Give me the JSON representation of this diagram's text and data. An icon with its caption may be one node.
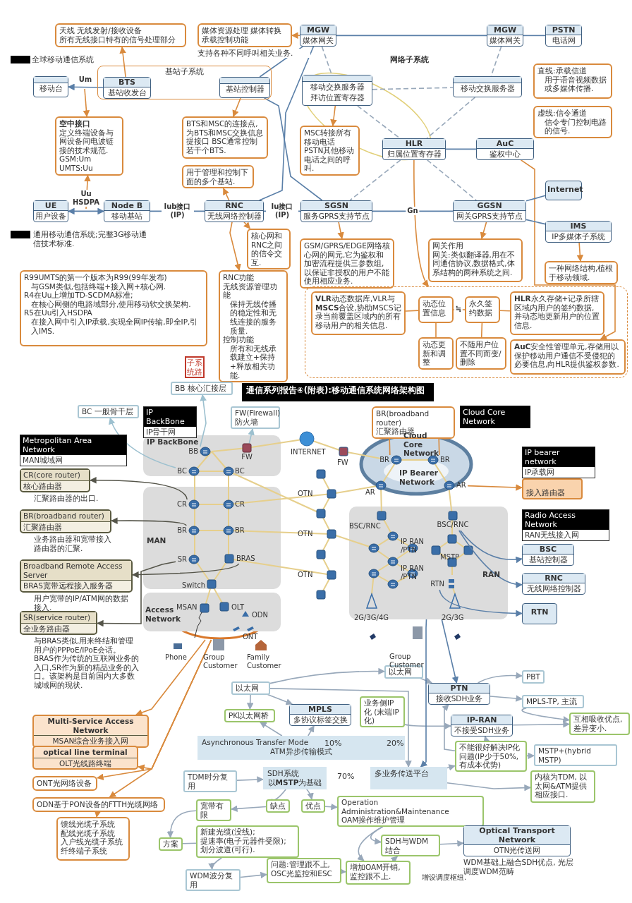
{
  "diagram": {
    "title": "通信系列报告④(附表):移动通信系统网络架构图",
    "nodes": [
      {
        "text": [
          "天线 无线发射/接收设备",
          "所有无线接口特有的信号处理部分"
        ]
      },
      {
        "text": [
          "媒体资源处理 媒体转换",
          "承载控制功能"
        ],
        "beside": [
          "支持各种不同呼叫相关业务."
        ]
      },
      {
        "text": [
          "MGW",
          "媒体网关"
        ]
      },
      {
        "text": [
          "MGW",
          "媒体网关"
        ]
      },
      {
        "text": [
          "PSTN",
          "电话网"
        ]
      },
      {
        "text": [
          "基站子系统"
        ]
      },
      {
        "text": [
          "移动台"
        ]
      },
      {
        "text": [
          "BTS",
          "基站收发台"
        ],
        "in": 5
      },
      {
        "text": [
          "基站控制器"
        ],
        "in": 5
      },
      {
        "text": [
          "移动交换服务器",
          "拜访位置寄存器"
        ]
      },
      {
        "text": [
          "移动交换服务器"
        ]
      },
      {
        "text": [
          "直线:承载信道",
          "用于语音视频数据或多媒体传播."
        ]
      },
      {
        "text": [
          "虚线:信令通道",
          "信令专门控制电路的信号."
        ]
      },
      {
        "text": [
          "空中接口",
          "定义终端设备与网设备间电波链接的技术规范.",
          "GSM:Um UMTS:Uu"
        ]
      },
      {
        "text": [
          "BTS和MSC的连接点,为BTS和MSC交换信息提接口 BSC通常控制若干个BTS."
        ]
      },
      {
        "text": [
          "MSC转接所有移动电话 PSTN其他移动电话之间的呼叫."
        ]
      },
      {
        "text": [
          "HLR",
          "归属位置寄存器"
        ]
      },
      {
        "text": [
          "AuC",
          "鉴权中心"
        ]
      },
      {
        "text": [
          "用于管理和控制下面的多个基站."
        ]
      },
      {
        "text": [
          "Internet"
        ]
      },
      {
        "text": [
          "UE",
          "用户设备"
        ]
      },
      {
        "text": [
          "Node B",
          "移动基站"
        ]
      },
      {
        "text": [
          "RNC",
          "无线网络控制器"
        ]
      },
      {
        "text": [
          "SGSN",
          "服务GPRS支持节点"
        ]
      },
      {
        "text": [
          "GGSN",
          "网关GPRS支持节点"
        ]
      },
      {
        "text": [
          "IMS",
          "IP多媒体子系统"
        ]
      },
      {
        "text": [
          "核心网和RNC之间的信令交互."
        ]
      },
      {
        "text": [
          "GSM/GPRS/EDGE网络核心网的网元,它为鉴权和加密流程提供三参数组,以保证非授权的用户不能使用相应业务."
        ]
      },
      {
        "text": [
          "网关作用",
          "网关:类似翻译器,用在不同通信协议,数据格式,体系结构的两种系统之间."
        ]
      },
      {
        "text": [
          "一种网络结构,植根于移动领域."
        ]
      },
      {
        "text": [
          "R99UMTS的第一个版本为R99(99年发布)",
          "与GSM类似,包括终端+接入网+核心网.",
          "R4在Uu上增加TD-SCDMA标准;",
          "在核心网侧的电路域部分,使用移动软交换架构.",
          "R5在Uu引入HSDPA",
          "在接入网中引入IP承载,实现全网IP传输,即全IP,引入IMS."
        ]
      },
      {
        "text": [
          "RNC功能",
          "无线资源管理功能",
          "保持无线传播的稳定性和无线连接的服务质量.",
          "控制功能",
          "所有和无线承载建立+保持+释放相关功能."
        ]
      },
      {
        "text": [],
        "shape": "box"
      },
      {
        "text": [
          "**VLR**动态数据库,VLR与**MSCS**合设,协助MSCS记录当前覆盖区域内的所有移动用户的相关信息."
        ],
        "in": 32
      },
      {
        "text": [
          "动态位置信息"
        ],
        "in": 32
      },
      {
        "text": [
          "永久签约数据"
        ],
        "in": 32
      },
      {
        "text": [
          "**HLR**永久存储+记录所辖区域内用户的签约数据,并动态地更新用户的位置信息."
        ],
        "in": 32
      },
      {
        "text": [
          "动态更新和调整"
        ],
        "in": 32
      },
      {
        "text": [
          "不随用户位置不同而变/删除"
        ],
        "in": 32
      },
      {
        "text": [
          "**AuC**安全性管理单元,存储用以保护移动用户通信不受侵犯的必要信息,向HLR提供鉴权参数."
        ],
        "in": 32
      },
      {
        "text": [
          "BB 核心汇接层"
        ]
      },
      {
        "text": [
          "BC 一般骨干层"
        ]
      },
      {
        "text": [
          "IP BackBone",
          "IP骨干网"
        ]
      },
      {
        "text": [
          "FW(Firewall)",
          "防火墙"
        ]
      },
      {
        "text": [
          "BR(broadband router)",
          "汇聚路由器"
        ]
      },
      {
        "text": [
          "Cloud Core Network"
        ]
      },
      {
        "text": [
          "Metropolitan Area Network",
          "MAN城域网"
        ]
      },
      {
        "text": [
          "IP bearer network",
          "IP承载网"
        ]
      },
      {
        "text": [
          "CR(core router)",
          "核心路由器"
        ],
        "beside": [
          "汇聚路由器的出口."
        ]
      },
      {
        "text": [
          "接入路由器"
        ]
      },
      {
        "text": [
          "BR(broadband router)",
          "汇聚路由器"
        ],
        "beside": [
          "业务路由器和宽带接入路由器的汇聚."
        ]
      },
      {
        "text": [
          "Radio Access Network",
          "RAN无线接入网"
        ]
      },
      {
        "text": [
          "BSC",
          "基站控制器"
        ]
      },
      {
        "text": [
          "Broadband Remote Access Server",
          "BRAS宽带远程接入服务器"
        ],
        "beside": [
          "用户宽带的IP/ATM网的数据接入."
        ]
      },
      {
        "text": [
          "RNC",
          "无线网络控制器"
        ]
      },
      {
        "text": [
          "SR(service router)",
          "全业务路由器"
        ],
        "beside": [
          "与BRAS类似,用来终结和管理用户的PPPoE/IPoE会话。BRAS作为传统的互联网业务的入口,SR作为新的精品业务的入口。该架构是目前国内大多数城域网的现状."
        ]
      },
      {
        "text": [
          "RTN"
        ]
      },
      {
        "text": [
          "Multi-Service Access Network",
          "MSAN综合业务接入网"
        ]
      },
      {
        "text": [
          "optical line terminal",
          "OLT光线路终端"
        ]
      },
      {
        "text": [
          "ONT光网络设备"
        ]
      },
      {
        "text": [
          "ODN基于PON设备的FTTH光缆网络"
        ]
      },
      {
        "text": [
          "馈线光缆子系统",
          "配线光缆子系统",
          "入户线光缆子系统",
          "纤终端子系统"
        ]
      },
      {
        "text": [
          "以太网"
        ]
      },
      {
        "text": [
          "PK以太网桥"
        ]
      },
      {
        "text": [
          "MPLS",
          "多协议标签交换"
        ]
      },
      {
        "text": [
          "Asynchronous Transfer Mode",
          "ATM异步传输模式"
        ]
      },
      {
        "text": [
          "以太网"
        ]
      },
      {
        "text": [
          "业务侧IP化 (末端IP化)"
        ]
      },
      {
        "text": [
          "PTN",
          "接收SDH业务"
        ]
      },
      {
        "text": [
          "PBT"
        ]
      },
      {
        "text": [
          "MPLS-TP, 主流"
        ]
      },
      {
        "text": [
          "IP-RAN",
          "不接受SDH业务"
        ]
      },
      {
        "text": [
          "互相吸收优点, 差异变小."
        ]
      },
      {
        "text": [
          "不能很好解决IP化问题(IP少于50%, 有成本优势)"
        ]
      },
      {
        "text": [
          "MSTP+(hybrid MSTP)"
        ]
      },
      {
        "text": [
          "TDM时分复用"
        ]
      },
      {
        "text": [
          "SDH系统",
          "以**MSTP**为基础"
        ]
      },
      {
        "text": [
          "多业务传送平台"
        ]
      },
      {
        "text": [
          "内核为TDM, 以太网&ATM提供相应接口."
        ]
      },
      {
        "text": [
          "宽带有限"
        ]
      },
      {
        "text": [
          "缺点"
        ]
      },
      {
        "text": [
          "优点"
        ]
      },
      {
        "text": [
          "Operation Administration&Maintenance",
          "OAM操作维护管理"
        ]
      },
      {
        "text": [
          "方案"
        ]
      },
      {
        "text": [
          "新建光缆(没线);",
          "提速率(电子元器件受限);",
          "划分波道(可行)."
        ]
      },
      {
        "text": [
          "SDH与WDM结合"
        ]
      },
      {
        "text": [
          "Optical Transport Network",
          "OTN光传送网"
        ],
        "beside": [
          "WDM基础上融合SDH优点, 光层调度WDM范畴"
        ]
      },
      {
        "text": [
          "WDM波分复用"
        ]
      },
      {
        "text": [
          "问题:管理跟不上, OSC光监控和ESC"
        ]
      },
      {
        "text": [
          "增加OAM开销, 监控跟不上."
        ]
      },
      {
        "text": [
          "BB"
        ]
      },
      {
        "text": [
          "BC"
        ]
      },
      {
        "text": [
          "FW"
        ]
      },
      {
        "text": [
          "BR"
        ]
      },
      {
        "text": [
          "BR"
        ]
      },
      {
        "text": [
          "CR"
        ]
      },
      {
        "text": [
          "BR"
        ]
      },
      {
        "text": [
          "BRAS"
        ]
      },
      {
        "text": [
          "SR"
        ]
      },
      {
        "text": [
          "AR"
        ]
      },
      {
        "text": [
          "BSC/RNC"
        ],
        "in": 103
      },
      {
        "text": [
          "RTN"
        ],
        "in": 103
      },
      {
        "text": [],
        "shape": "circle"
      },
      {
        "text": [],
        "shape": "box"
      }
    ],
    "edges": [
      {
        "from": 7,
        "to": 0,
        "arrow": "to",
        "color": "#d98a3d"
      },
      {
        "from": 2,
        "to": 1,
        "arrow": "to",
        "color": "#d98a3d"
      },
      {
        "from": 2,
        "to": 3,
        "arrow": "none",
        "color": "#5a7fa8"
      },
      {
        "from": 3,
        "to": 4,
        "arrow": "none",
        "color": "#5a7fa8"
      },
      {
        "from": 8,
        "to": 2,
        "arrow": "none",
        "color": "#5a7fa8"
      },
      {
        "from": 8,
        "to": 23,
        "arrow": "none",
        "color": "#5a7fa8"
      },
      {
        "from": 22,
        "to": 2,
        "arrow": "none",
        "color": "#5a7fa8"
      },
      {
        "from": 2,
        "to": 9,
        "arrow": "none",
        "style": "dashed",
        "color": "#98a8ba"
      },
      {
        "from": 3,
        "to": 10,
        "arrow": "none",
        "style": "dashed",
        "color": "#98a8ba"
      },
      {
        "from": 9,
        "to": 10,
        "arrow": "none",
        "style": "dashed",
        "color": "#98a8ba"
      },
      {
        "from": 9,
        "to": 16,
        "arrow": "none",
        "style": "dashed",
        "color": "#98a8ba"
      },
      {
        "from": 10,
        "to": 16,
        "arrow": "none",
        "style": "dashed",
        "color": "#98a8ba"
      },
      {
        "from": 16,
        "to": 23,
        "arrow": "none",
        "style": "dashed",
        "color": "#98a8ba"
      },
      {
        "from": 16,
        "to": 24,
        "arrow": "none",
        "style": "dashed",
        "color": "#98a8ba"
      },
      {
        "from": 7,
        "to": 6,
        "arrow": "to",
        "label": "Um",
        "color": "#5a7fa8"
      },
      {
        "from": null,
        "to": 13,
        "arrow": "to",
        "color": "#d98a3d"
      },
      {
        "from": null,
        "to": 13,
        "arrow": "to",
        "color": "#d98a3d"
      },
      {
        "from": 8,
        "to": 14,
        "arrow": "to",
        "color": "#d98a3d"
      },
      {
        "from": 22,
        "to": 18,
        "arrow": "to",
        "color": "#d98a3d"
      },
      {
        "from": 9,
        "to": 15,
        "arrow": "to",
        "color": "#d98a3d"
      },
      {
        "from": 16,
        "to": 17,
        "arrow": "none",
        "color": "#5a7fa8"
      },
      {
        "from": 17,
        "to": 39,
        "arrow": "to",
        "color": "#d98a3d"
      },
      {
        "from": 19,
        "to": 24,
        "arrow": "none",
        "color": "#5a7fa8"
      },
      {
        "from": 24,
        "to": 25,
        "arrow": "none",
        "color": "#5a7fa8"
      },
      {
        "from": 20,
        "to": 21,
        "arrow": "both",
        "label": "Uu HSDPA",
        "color": "#5a7fa8"
      },
      {
        "from": 21,
        "to": 22,
        "arrow": "none",
        "label": "Iub接口 (IP)",
        "color": "#5a7fa8"
      },
      {
        "from": 22,
        "to": 23,
        "arrow": "none",
        "label": "Iu接口 (IP)",
        "color": "#5a7fa8"
      },
      {
        "from": 23,
        "to": 24,
        "arrow": "none",
        "label": "Gn",
        "color": "#5a7fa8"
      },
      {
        "from": 22,
        "to": 26,
        "arrow": "to",
        "color": "#d98a3d"
      },
      {
        "from": 22,
        "to": 31,
        "arrow": "to",
        "color": "#d98a3d"
      },
      {
        "from": 23,
        "to": 27,
        "arrow": "to",
        "color": "#d98a3d"
      },
      {
        "from": 24,
        "to": 28,
        "arrow": "to",
        "color": "#d98a3d"
      },
      {
        "from": 25,
        "to": 29,
        "arrow": "to",
        "color": "#d98a3d"
      },
      {
        "from": 16,
        "to": 32,
        "arrow": "to",
        "color": "#d98a3d"
      },
      {
        "from": 33,
        "to": 34,
        "arrow": "none",
        "color": "#d98a3d"
      },
      {
        "from": 34,
        "to": 35,
        "arrow": "none",
        "label": "≒",
        "color": "#d98a3d"
      },
      {
        "from": 35,
        "to": 36,
        "arrow": "none",
        "color": "#d98a3d"
      },
      {
        "from": 34,
        "to": 37,
        "arrow": "none",
        "color": "#d98a3d"
      },
      {
        "from": 35,
        "to": 38,
        "arrow": "none",
        "color": "#d98a3d"
      },
      {
        "from": 90,
        "to": 40,
        "arrow": "to",
        "color": "#9cc0cf"
      },
      {
        "from": 91,
        "to": 41,
        "arrow": "to",
        "color": "#9cc0cf"
      },
      {
        "from": 92,
        "to": 43,
        "arrow": "to",
        "color": "#9cc0cf"
      },
      {
        "from": 93,
        "to": 44,
        "arrow": "to",
        "color": "#d98a3d"
      },
      {
        "from": 94,
        "to": 44,
        "arrow": "to",
        "color": "#d98a3d"
      },
      {
        "from": 95,
        "to": 48,
        "arrow": "to",
        "color": "#55554a"
      },
      {
        "from": 96,
        "to": 50,
        "arrow": "to",
        "color": "#55554a"
      },
      {
        "from": 97,
        "to": 53,
        "arrow": "to",
        "color": "#55554a"
      },
      {
        "from": 98,
        "to": 55,
        "arrow": "to",
        "color": "#55554a"
      },
      {
        "from": 99,
        "to": 49,
        "arrow": "to",
        "color": "#d98a3d"
      },
      {
        "from": 100,
        "to": 52,
        "arrow": "to",
        "color": "#5a7fa8"
      },
      {
        "from": 100,
        "to": 54,
        "arrow": "to",
        "color": "#5a7fa8"
      },
      {
        "from": 101,
        "to": 56,
        "arrow": "to",
        "color": "#5a7fa8"
      },
      {
        "from": 102,
        "to": 57,
        "arrow": "to",
        "color": "#d98a3d"
      },
      {
        "from": 102,
        "to": 58,
        "arrow": "to",
        "color": "#d98a3d"
      },
      {
        "from": 102,
        "to": 59,
        "arrow": "to",
        "color": "#d98a3d"
      },
      {
        "from": 102,
        "to": 60,
        "arrow": "to",
        "color": "#d98a3d"
      },
      {
        "from": 60,
        "to": 61,
        "arrow": "to",
        "color": "#d98a3d"
      },
      {
        "from": 62,
        "to": 63,
        "arrow": "to",
        "color": "#98a8ba"
      },
      {
        "from": 65,
        "to": 63,
        "arrow": "to",
        "color": "#98a8ba"
      },
      {
        "from": 62,
        "to": 66,
        "arrow": "to",
        "color": "#98a8ba"
      },
      {
        "from": 62,
        "to": 64,
        "arrow": "to",
        "color": "#98a8ba"
      },
      {
        "from": 65,
        "to": 64,
        "arrow": "to",
        "color": "#98a8ba"
      },
      {
        "from": 62,
        "to": 77,
        "arrow": "to",
        "color": "#98a8ba"
      },
      {
        "from": 66,
        "to": 68,
        "arrow": "to",
        "color": "#98a8ba"
      },
      {
        "from": 67,
        "to": 71,
        "arrow": "to",
        "color": "#98a8ba"
      },
      {
        "from": 103,
        "to": 68,
        "arrow": "to",
        "color": "#5a7fa8"
      },
      {
        "from": 103,
        "to": 77,
        "arrow": "to",
        "color": "#5a7fa8"
      },
      {
        "from": 68,
        "to": 69,
        "arrow": "to",
        "color": "#98a8ba"
      },
      {
        "from": 68,
        "to": 70,
        "arrow": "to",
        "color": "#98a8ba"
      },
      {
        "from": 70,
        "to": 72,
        "arrow": "to",
        "color": "#98a8ba"
      },
      {
        "from": 71,
        "to": 72,
        "arrow": "to",
        "color": "#98a8ba"
      },
      {
        "from": 73,
        "to": 71,
        "arrow": "to",
        "color": "#98a8ba"
      },
      {
        "from": 73,
        "to": 68,
        "arrow": "to",
        "color": "#98a8ba"
      },
      {
        "from": 73,
        "to": 74,
        "arrow": "to",
        "color": "#98a8ba"
      },
      {
        "from": 77,
        "to": 73,
        "arrow": "to",
        "color": "#98a8ba"
      },
      {
        "from": 77,
        "to": 78,
        "arrow": "to",
        "color": "#98a8ba"
      },
      {
        "from": 75,
        "to": 76,
        "arrow": "to",
        "color": "#98a8ba"
      },
      {
        "from": 76,
        "to": 80,
        "arrow": "to",
        "color": "#98a8ba"
      },
      {
        "from": 76,
        "to": 81,
        "arrow": "to",
        "color": "#98a8ba"
      },
      {
        "from": 80,
        "to": 79,
        "arrow": "to",
        "color": "#98a8ba"
      },
      {
        "from": 81,
        "to": 82,
        "arrow": "to",
        "color": "#98a8ba"
      },
      {
        "from": 79,
        "to": 83,
        "arrow": "to",
        "color": "#98a8ba"
      },
      {
        "from": 83,
        "to": 84,
        "arrow": "none",
        "color": "#98a8ba"
      },
      {
        "from": 84,
        "to": 87,
        "arrow": "to",
        "color": "#98a8ba"
      },
      {
        "from": 87,
        "to": 88,
        "arrow": "to",
        "color": "#98a8ba"
      },
      {
        "from": 88,
        "to": 89,
        "arrow": "to",
        "color": "#98a8ba"
      },
      {
        "from": 82,
        "to": 89,
        "arrow": "to",
        "color": "#98a8ba"
      },
      {
        "from": 89,
        "to": 85,
        "arrow": "to",
        "color": "#98a8ba"
      },
      {
        "from": 82,
        "to": 85,
        "arrow": "to",
        "color": "#98a8ba"
      },
      {
        "from": 85,
        "to": 86,
        "arrow": "to",
        "color": "#98a8ba"
      }
    ],
    "labels": [
      "全球移动通信系统",
      "网络子系统",
      "通用移动通信系统;完整3G移动通信技术标准.",
      "子系统路",
      "IP BackBone",
      "INTERNET",
      "FW",
      "Cloud Core Network",
      "IP Bearer Network",
      "BC",
      "AR",
      "CR",
      "OTN",
      "OTN",
      "OTN",
      "MAN",
      "BR",
      "BSC/RNC",
      "IP RAN /PTN",
      "MSTP",
      "IP RAN /PTN",
      "RAN",
      "Switch",
      "Access Network",
      "MSAN",
      "OLT",
      "ODN",
      "ONT",
      "2G/3G/4G",
      "2G/3G",
      "Phone",
      "Group Customer",
      "Family Customer",
      "Group Customer",
      "10%",
      "20%",
      "70%",
      "增设调度枢纽."
    ]
  }
}
